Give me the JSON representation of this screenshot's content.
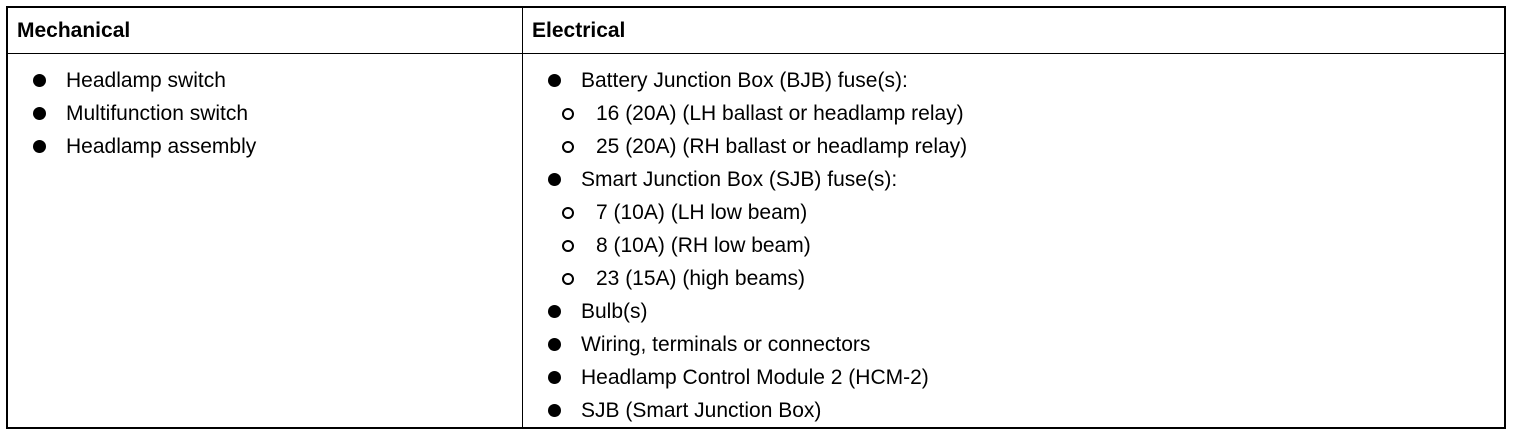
{
  "table": {
    "headers": {
      "mechanical": "Mechanical",
      "electrical": "Electrical"
    },
    "mechanical_items": [
      "Headlamp switch",
      "Multifunction switch",
      "Headlamp assembly"
    ],
    "electrical_items": [
      {
        "label": "Battery Junction Box (BJB) fuse(s):",
        "subitems": [
          "16 (20A) (LH ballast or headlamp relay)",
          "25 (20A) (RH ballast or headlamp relay)"
        ]
      },
      {
        "label": "Smart Junction Box (SJB) fuse(s):",
        "subitems": [
          "7 (10A) (LH low beam)",
          "8 (10A) (RH low beam)",
          "23 (15A) (high beams)"
        ]
      },
      {
        "label": "Bulb(s)",
        "subitems": []
      },
      {
        "label": "Wiring, terminals or connectors",
        "subitems": []
      },
      {
        "label": "Headlamp Control Module 2 (HCM-2)",
        "subitems": []
      },
      {
        "label": "SJB (Smart Junction Box)",
        "subitems": []
      }
    ]
  }
}
